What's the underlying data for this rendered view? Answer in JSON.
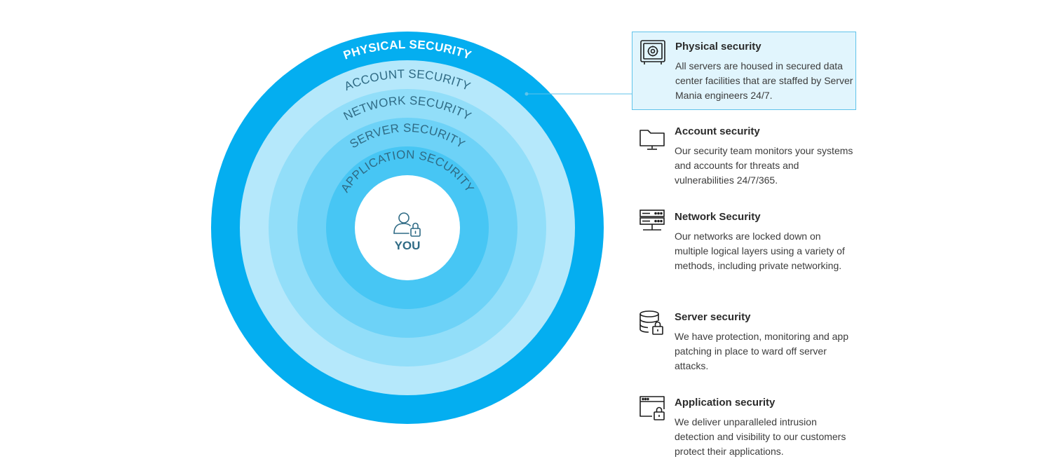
{
  "diagram": {
    "rings": [
      {
        "label": "PHYSICAL SECURITY",
        "color": "#04aef0",
        "text_color": "#ffffff",
        "bold": true
      },
      {
        "label": "ACCOUNT SECURITY",
        "color": "#b5e8fb",
        "text_color": "#2f6b85",
        "bold": false
      },
      {
        "label": "NETWORK SECURITY",
        "color": "#92def9",
        "text_color": "#2f6b85",
        "bold": false
      },
      {
        "label": "SERVER SECURITY",
        "color": "#6dd2f7",
        "text_color": "#2f6b85",
        "bold": false
      },
      {
        "label": "APPLICATION SECURITY",
        "color": "#47c6f4",
        "text_color": "#2f6b85",
        "bold": false
      }
    ],
    "center": {
      "label": "YOU",
      "icon": "user-lock-icon",
      "color": "#2f6b85"
    },
    "connector_color": "#5fc3ea"
  },
  "items": [
    {
      "title": "Physical security",
      "description": "All servers are housed in secured data center facilities that are staffed by Server Mania engineers 24/7.",
      "icon": "safe-icon",
      "highlighted": true
    },
    {
      "title": "Account security",
      "description": "Our security team monitors your systems and accounts for threats and vulnerabilities 24/7/365.",
      "icon": "folder-monitor-icon",
      "highlighted": false
    },
    {
      "title": "Network Security",
      "description": "Our networks are locked down on multiple logical layers using a variety of methods, including private networking.",
      "icon": "network-rack-icon",
      "highlighted": false
    },
    {
      "title": "Server security",
      "description": "We have protection, monitoring and app patching in place to ward off server attacks.",
      "icon": "database-lock-icon",
      "highlighted": false
    },
    {
      "title": "Application security",
      "description": "We deliver unparalleled intrusion detection and visibility to our customers protect their applications.",
      "icon": "window-lock-icon",
      "highlighted": false
    }
  ]
}
